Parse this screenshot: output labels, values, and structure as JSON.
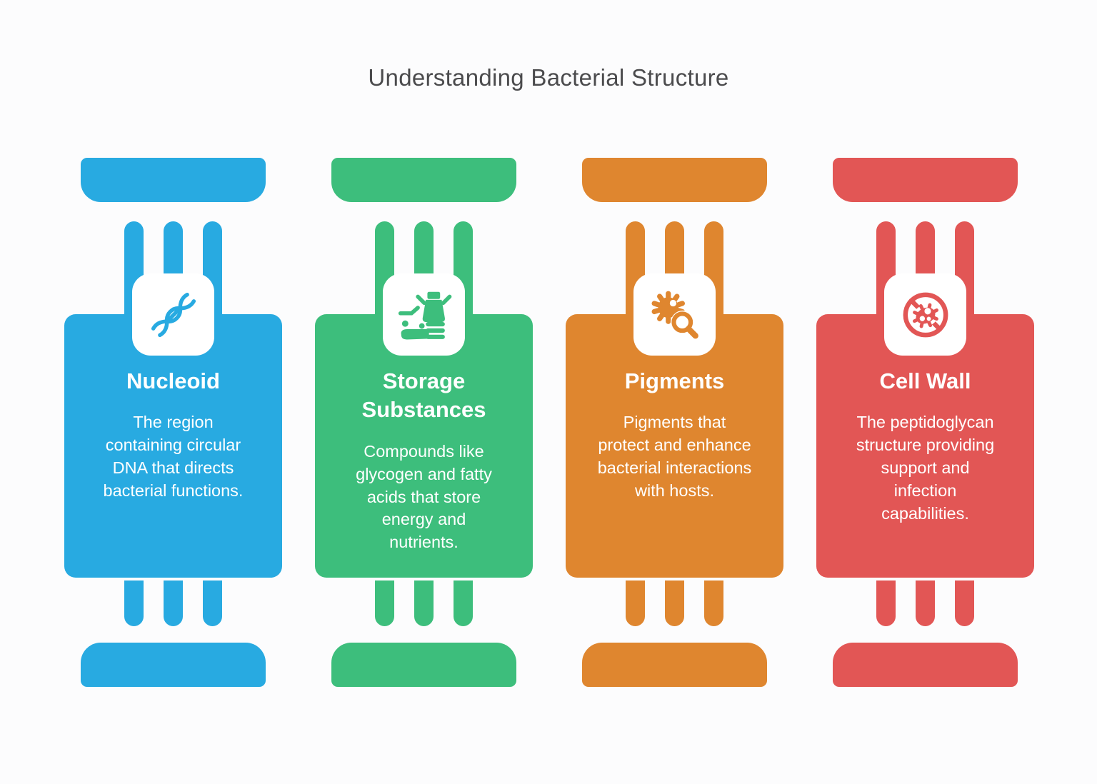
{
  "page": {
    "title": "Understanding Bacterial Structure",
    "background_color": "#FCFCFD",
    "title_color": "#4B4B4D"
  },
  "columns": [
    {
      "id": "nucleoid",
      "title": "Nucleoid",
      "description": "The region\ncontaining circular\nDNA that directs\nbacterial functions.",
      "color": "#28AAE1",
      "icon": "dna-icon",
      "text_color": "#FFFFFF"
    },
    {
      "id": "storage-substances",
      "title": "Storage Substances",
      "description": "Compounds like\nglycogen and fatty\nacids that store\nenergy and\nnutrients.",
      "color": "#3DBE7C",
      "icon": "milk-can-hand-icon",
      "text_color": "#FFFFFF"
    },
    {
      "id": "pigments",
      "title": "Pigments",
      "description": "Pigments that\nprotect and enhance\nbacterial interactions\nwith hosts.",
      "color": "#DF862F",
      "icon": "microbe-magnifier-icon",
      "text_color": "#FFFFFF"
    },
    {
      "id": "cell-wall",
      "title": "Cell Wall",
      "description": "The peptidoglycan\nstructure providing\nsupport and\ninfection\ncapabilities.",
      "color": "#E25655",
      "icon": "no-bacteria-icon",
      "text_color": "#FFFFFF"
    }
  ]
}
